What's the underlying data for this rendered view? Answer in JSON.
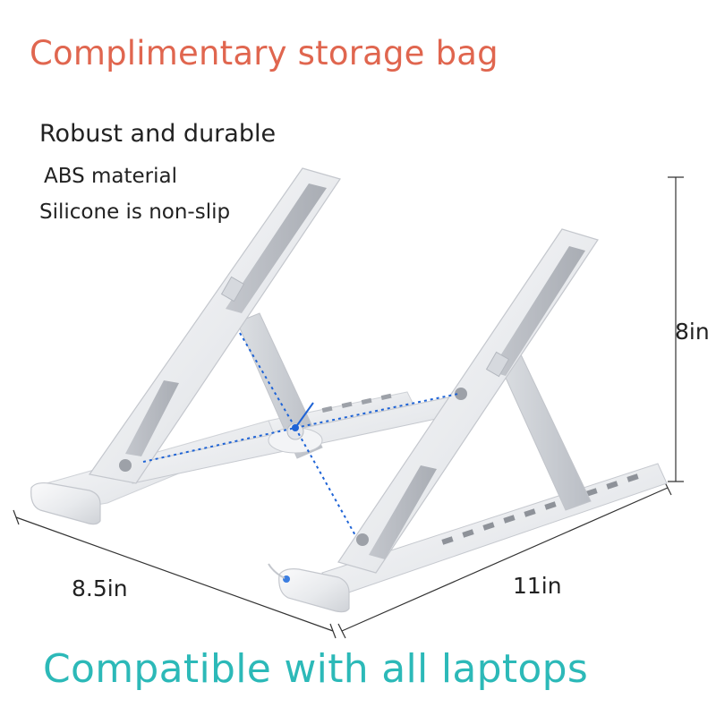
{
  "headline": "Complimentary storage bag",
  "features": {
    "main": "Robust and durable",
    "items": [
      "ABS material",
      "Silicone is non-slip"
    ]
  },
  "dimensions": {
    "height": "8in",
    "depth": "8.5in",
    "width": "11in"
  },
  "footer": "Compatible with all laptops",
  "colors": {
    "headline": "#e0664f",
    "footer": "#2cb9b8",
    "guide_line": "#1e63d6",
    "stand_body": "#eceef1",
    "stand_shadow": "#c9ccd2"
  }
}
